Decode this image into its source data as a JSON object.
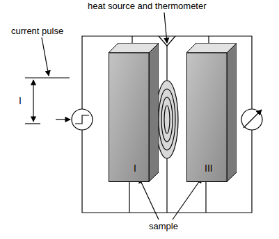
{
  "diagram": {
    "nodes": [
      {
        "text": [
          "I"
        ]
      },
      {
        "text": [
          "III"
        ]
      }
    ],
    "labels": [
      "heat source and thermometer",
      "current pulse",
      "I",
      "sample"
    ]
  }
}
